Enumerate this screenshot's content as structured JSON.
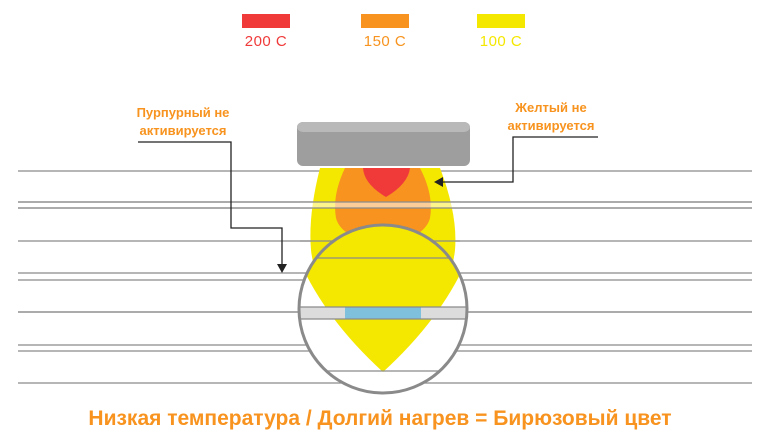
{
  "legend": [
    {
      "label": "200 C",
      "color": "#f03a3a"
    },
    {
      "label": "150 C",
      "color": "#f7931e"
    },
    {
      "label": "100 C",
      "color": "#f5e800"
    }
  ],
  "annotations": {
    "left_line1": "Пурпурный не",
    "left_line2": "активируется",
    "right_line1": "Желтый не",
    "right_line2": "активируется"
  },
  "caption": "Низкая температура / Долгий нагрев = Бирюзовый цвет",
  "colors": {
    "accent": "#f7931e",
    "heater": "#9e9e9e",
    "highlight": "#7fc1dc",
    "lines": "#8a8a8a"
  }
}
